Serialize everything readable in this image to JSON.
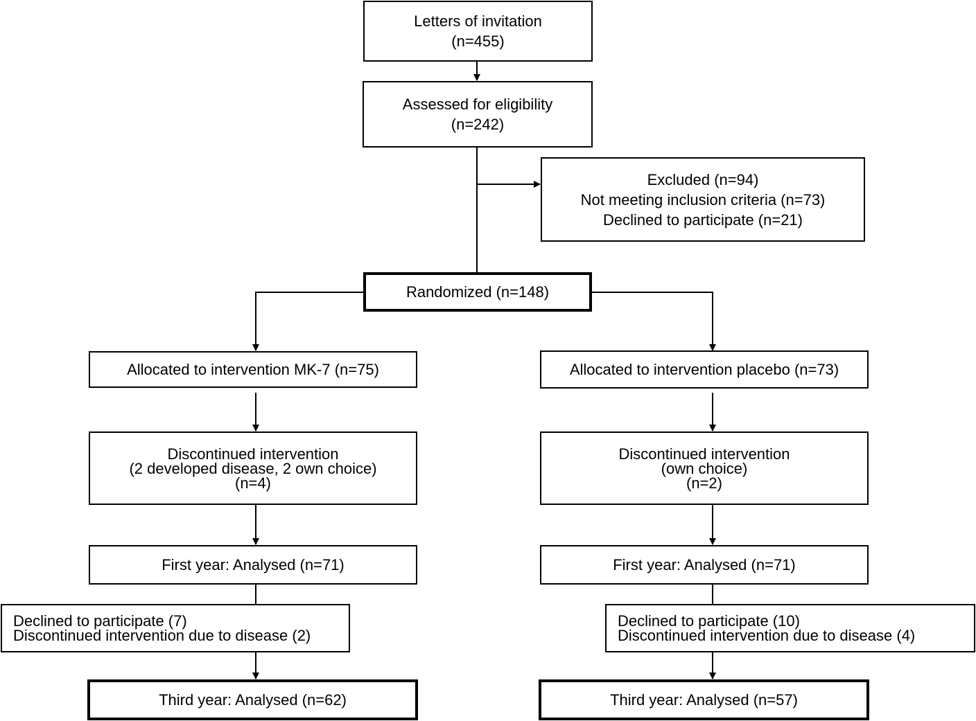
{
  "boxes": {
    "invitation": {
      "lines": [
        "Letters of invitation",
        "(n=455)"
      ]
    },
    "assessed": {
      "lines": [
        "Assessed for eligibility",
        "(n=242)"
      ]
    },
    "excluded": {
      "lines": [
        "Excluded (n=94)",
        "Not meeting inclusion criteria (n=73)",
        "Declined to participate (n=21)"
      ]
    },
    "randomized": {
      "lines": [
        "Randomized (n=148)"
      ]
    },
    "alloc_mk7": {
      "lines": [
        "Allocated to intervention MK-7 (n=75)"
      ]
    },
    "alloc_placebo": {
      "lines": [
        "Allocated to intervention placebo (n=73)"
      ]
    },
    "disc_mk7": {
      "lines": [
        "Discontinued intervention",
        "(2 developed disease, 2 own choice)",
        "(n=4)"
      ]
    },
    "disc_placebo": {
      "lines": [
        "Discontinued intervention",
        "(own choice)",
        "(n=2)"
      ]
    },
    "first_mk7": {
      "lines": [
        "First year: Analysed (n=71)"
      ]
    },
    "first_placebo": {
      "lines": [
        "First year: Analysed (n=71)"
      ]
    },
    "declined_mk7": {
      "lines": [
        "Declined to participate (7)",
        "Discontinued intervention due to disease (2)"
      ]
    },
    "declined_placebo": {
      "lines": [
        "Declined to participate (10)",
        "Discontinued intervention due to disease (4)"
      ]
    },
    "third_mk7": {
      "lines": [
        "Third year: Analysed (n=62)"
      ]
    },
    "third_placebo": {
      "lines": [
        "Third year: Analysed (n=57)"
      ]
    }
  }
}
